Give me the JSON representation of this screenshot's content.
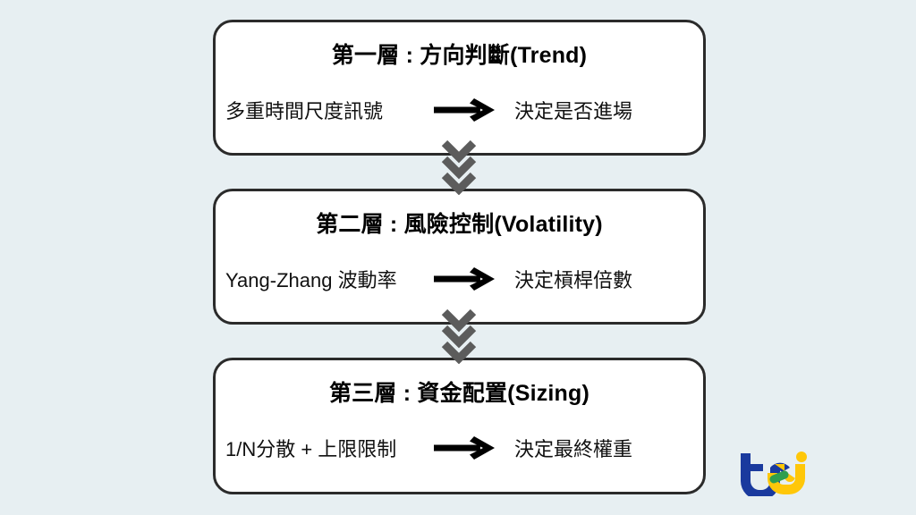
{
  "background_color": "#e7eff2",
  "diagram": {
    "type": "vertical-flow",
    "layers": [
      {
        "id": "layer-1",
        "title": "第一層 : 方向判斷(Trend)",
        "input": "多重時間尺度訊號",
        "arrow": "right-arrow-icon",
        "output": "決定是否進場"
      },
      {
        "id": "layer-2",
        "title": "第二層 : 風險控制(Volatility)",
        "input": "Yang-Zhang 波動率",
        "arrow": "right-arrow-icon",
        "output": "決定槓桿倍數"
      },
      {
        "id": "layer-3",
        "title": "第三層 : 資金配置(Sizing)",
        "input": "1/N分散 + 上限限制",
        "arrow": "right-arrow-icon",
        "output": "決定最終權重"
      }
    ],
    "connectors": [
      {
        "id": "connector-1",
        "icon": "triple-chevron-down-icon",
        "from": "layer-1",
        "to": "layer-2",
        "color": "#5c5c5c"
      },
      {
        "id": "connector-2",
        "icon": "triple-chevron-down-icon",
        "from": "layer-2",
        "to": "layer-3",
        "color": "#5c5c5c"
      }
    ],
    "box_style": {
      "fill": "#ffffff",
      "border_color": "#2b2b2b",
      "text_color": "#111111"
    }
  },
  "logo": {
    "name": "tej-logo",
    "text": "tej",
    "blue": "#1a3a9e",
    "green": "#2f9e4f",
    "yellow": "#ffc709"
  }
}
